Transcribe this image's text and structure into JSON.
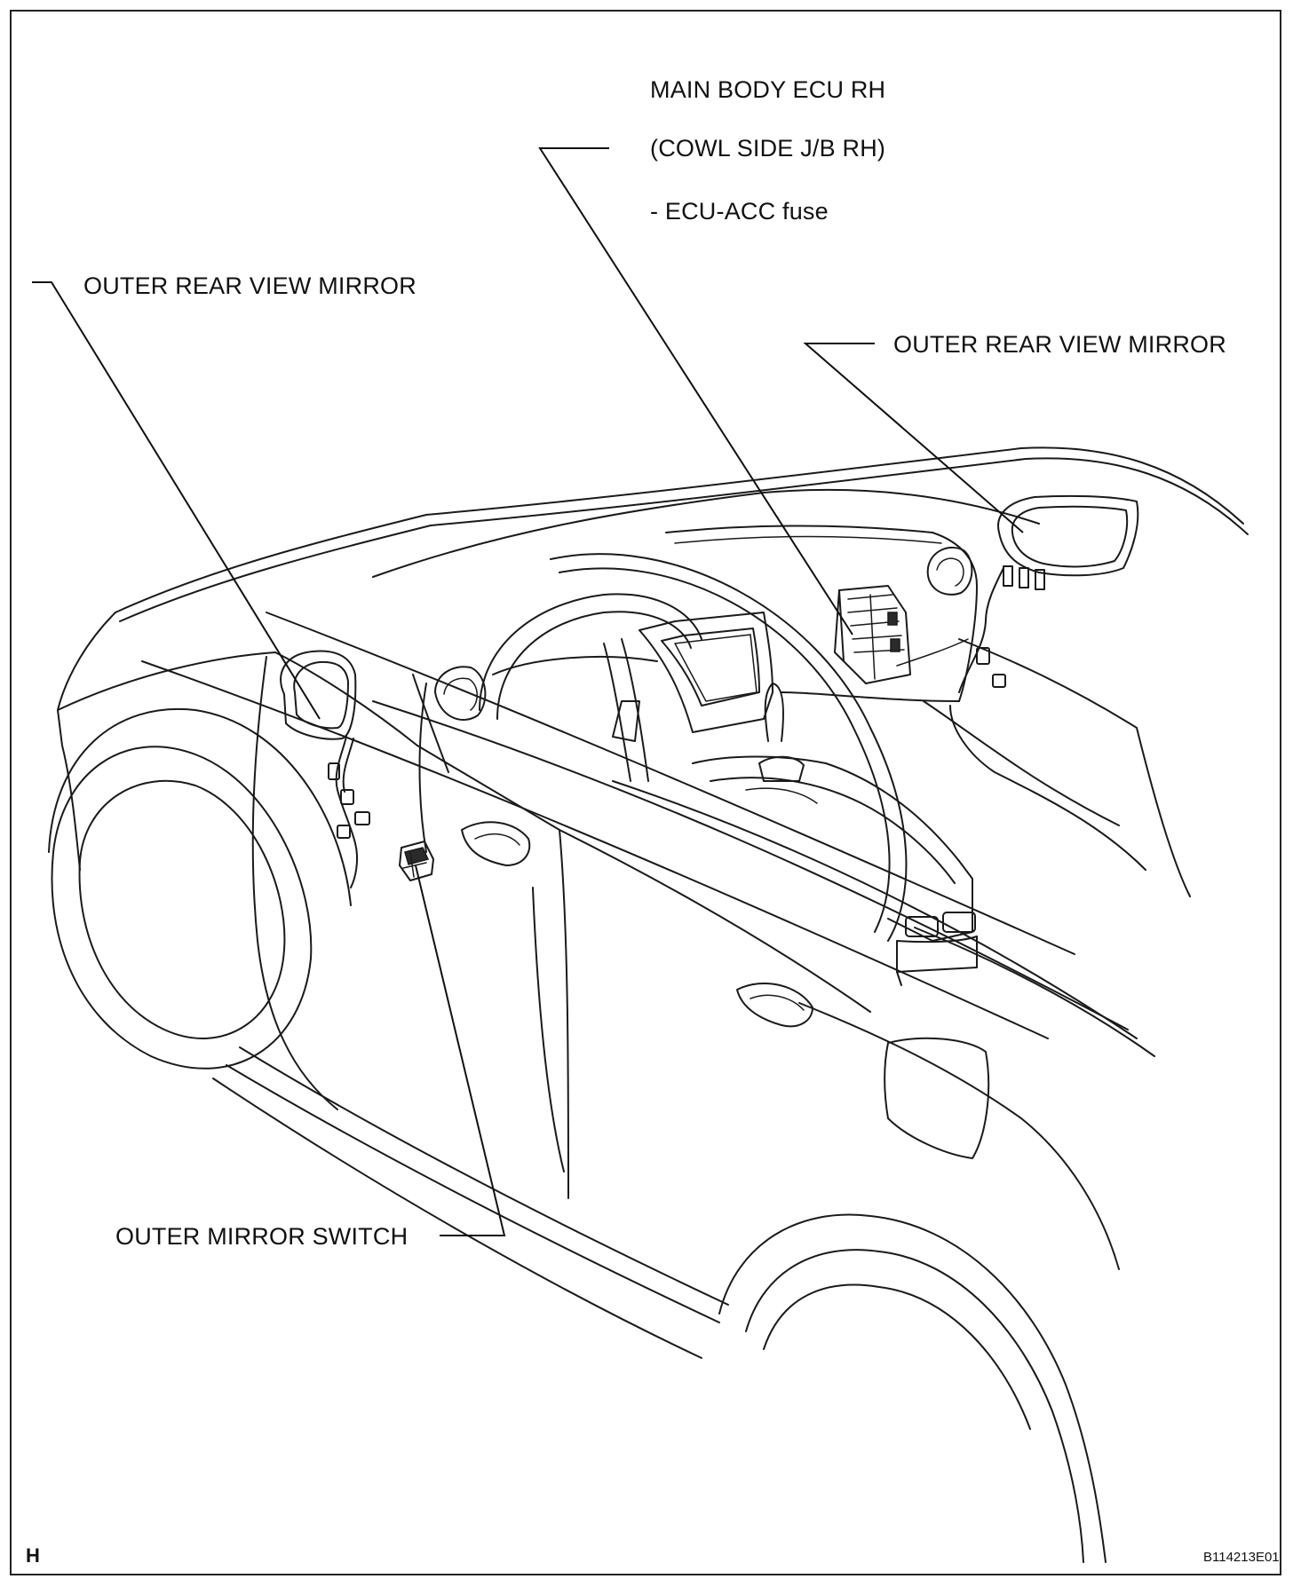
{
  "labels": {
    "ecu_line1": "MAIN BODY ECU RH",
    "ecu_line2": "(COWL SIDE J/B RH)",
    "ecu_line3": "- ECU-ACC fuse",
    "mirror_left": "OUTER REAR VIEW MIRROR",
    "mirror_right": "OUTER REAR VIEW MIRROR",
    "mirror_switch": "OUTER MIRROR SWITCH"
  },
  "corner": {
    "view_code": "H",
    "figure_id": "B114213E01"
  }
}
